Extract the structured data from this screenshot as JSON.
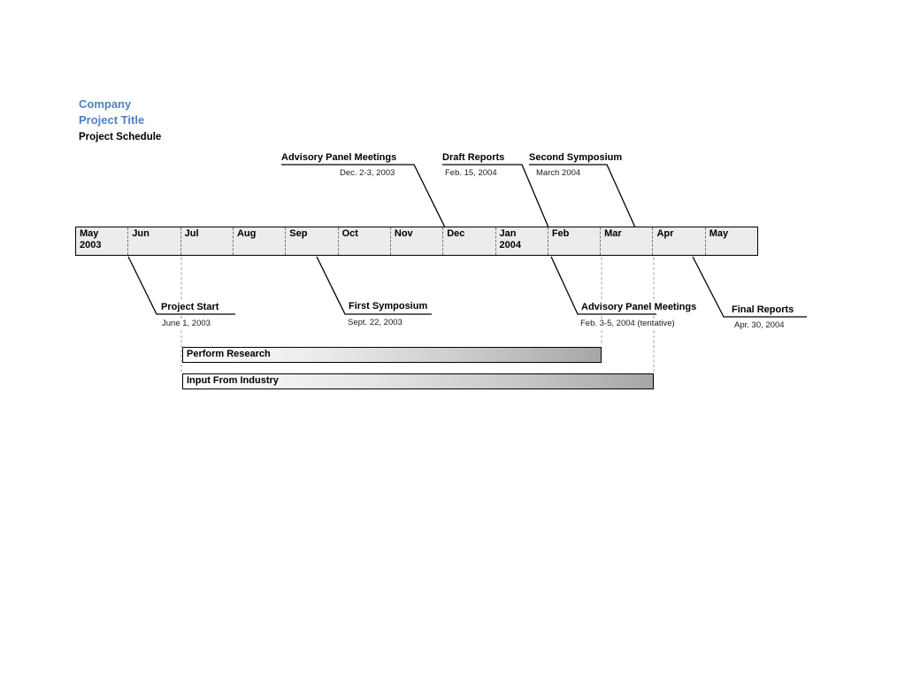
{
  "header": {
    "company": "Company",
    "project_title": "Project Title",
    "schedule_label": "Project Schedule"
  },
  "timeline": {
    "months": [
      {
        "label": "May",
        "year": "2003"
      },
      {
        "label": "Jun"
      },
      {
        "label": "Jul"
      },
      {
        "label": "Aug"
      },
      {
        "label": "Sep"
      },
      {
        "label": "Oct"
      },
      {
        "label": "Nov"
      },
      {
        "label": "Dec"
      },
      {
        "label": "Jan",
        "year": "2004"
      },
      {
        "label": "Feb"
      },
      {
        "label": "Mar"
      },
      {
        "label": "Apr"
      },
      {
        "label": "May"
      }
    ]
  },
  "callouts_above": [
    {
      "title": "Advisory Panel Meetings",
      "date": "Dec. 2-3, 2003"
    },
    {
      "title": "Draft Reports",
      "date": "Feb. 15, 2004"
    },
    {
      "title": "Second Symposium",
      "date": "March 2004"
    }
  ],
  "callouts_below": [
    {
      "title": "Project Start",
      "date": "June 1, 2003"
    },
    {
      "title": "First Symposium",
      "date": "Sept. 22, 2003"
    },
    {
      "title": "Advisory Panel Meetings",
      "date": "Feb. 3-5, 2004 (tentative)"
    },
    {
      "title": "Final Reports",
      "date": "Apr. 30, 2004"
    }
  ],
  "task_bars": [
    {
      "label": "Perform Research"
    },
    {
      "label": "Input From Industry"
    }
  ],
  "colors": {
    "accent_blue": "#4f81bd",
    "timeline_fill": "#ececec",
    "task_gradient_start": "#fdfdfd",
    "task_gradient_end": "#a6a6a6",
    "connector": "#000000",
    "guide_dash": "#a0a0a0"
  }
}
